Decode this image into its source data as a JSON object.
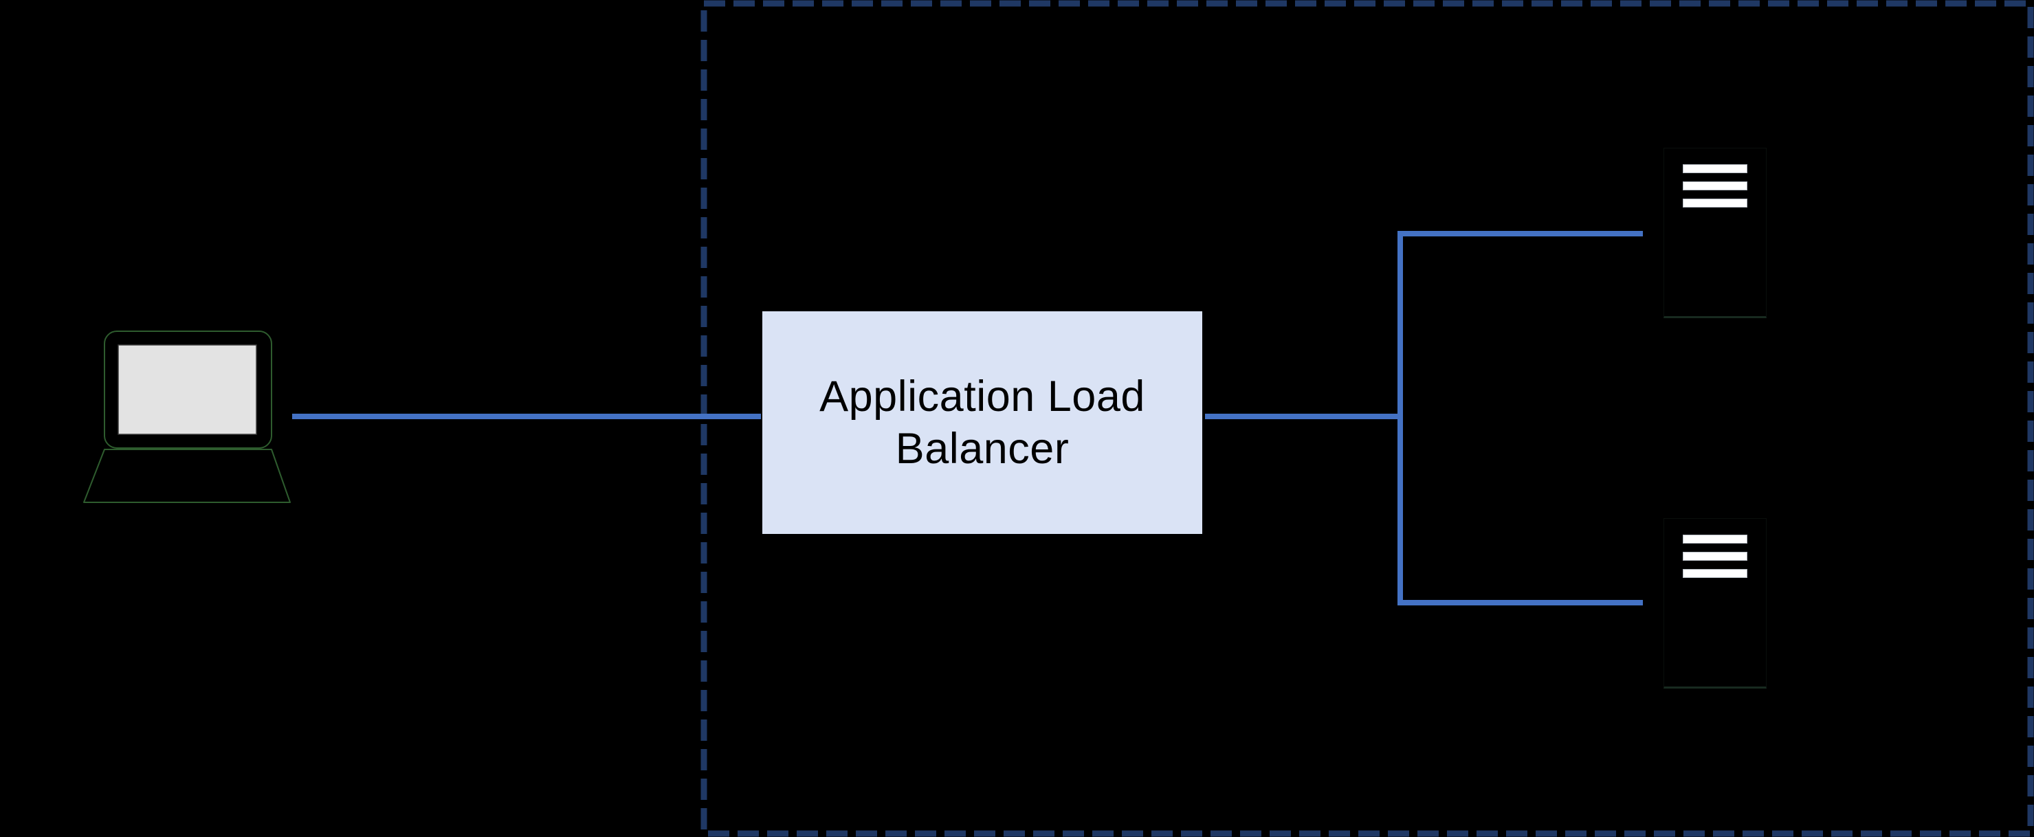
{
  "diagram": {
    "type": "architecture-diagram",
    "nodes": {
      "client": {
        "icon": "laptop-icon",
        "label": ""
      },
      "alb": {
        "label": "Application Load Balancer"
      },
      "servers": [
        {
          "icon": "server-icon"
        },
        {
          "icon": "server-icon"
        }
      ]
    },
    "boundary": {
      "shape": "dashed-rectangle",
      "encloses": [
        "alb",
        "servers"
      ]
    },
    "connections": [
      {
        "from": "client",
        "to": "alb"
      },
      {
        "from": "alb",
        "to": "server-1"
      },
      {
        "from": "alb",
        "to": "server-2"
      }
    ]
  },
  "nodes": {
    "alb": {
      "label": "Application Load Balancer"
    }
  },
  "colors": {
    "canvas-bg": "#000000",
    "connector-blue": "#4472c4",
    "boundary-navy": "#1f3864",
    "alb-fill": "#dae3f5",
    "alb-text": "#000000",
    "laptop-screen": "#e3e3e3",
    "laptop-outline": "#2e5c2e",
    "server-slot-fill": "#ffffff",
    "server-slot-border": "#b4bac2"
  }
}
